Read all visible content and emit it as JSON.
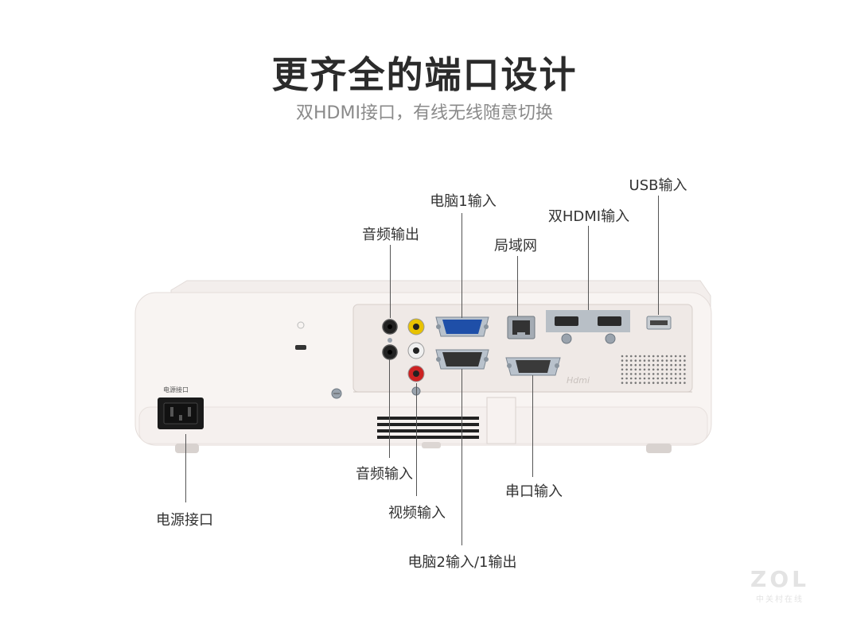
{
  "header": {
    "title": "更齐全的端口设计",
    "subtitle": "双HDMI接口，有线无线随意切换"
  },
  "labels": {
    "usb_in": "USB输入",
    "pc1_in": "电脑1输入",
    "dual_hdmi_in": "双HDMI输入",
    "audio_out": "音频输出",
    "lan": "局域网",
    "audio_in": "音频输入",
    "video_in": "视频输入",
    "serial_in": "串口输入",
    "power_port": "电源接口",
    "pc2_in_1_out": "电脑2输入/1输出"
  },
  "device": {
    "power_small_label": "电源接口",
    "hdmi_logo": "Hdmi"
  },
  "watermark": {
    "logo": "ZOL",
    "text": "中关村在线"
  }
}
